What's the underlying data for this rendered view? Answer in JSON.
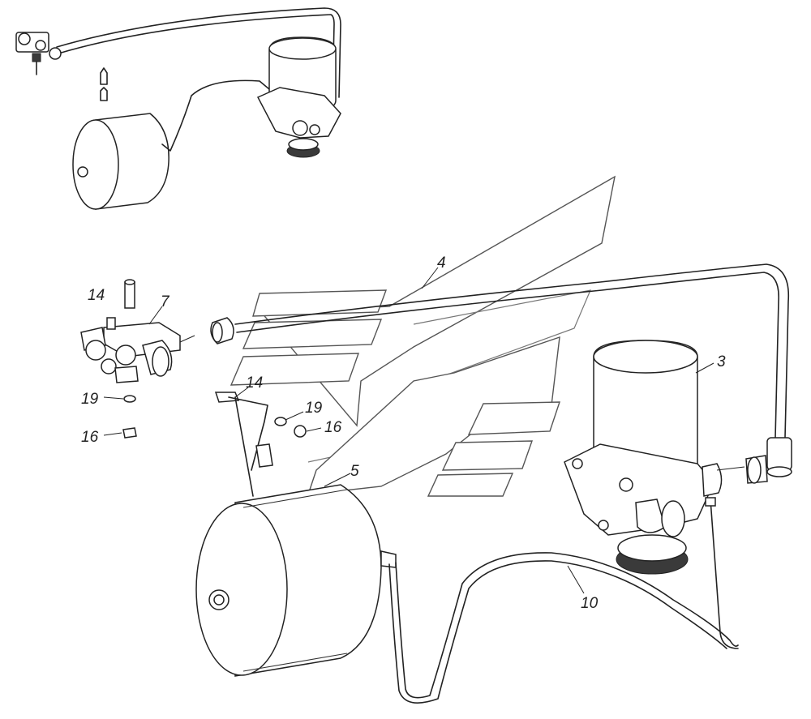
{
  "callouts": {
    "c4": "4",
    "c7": "7",
    "c14a": "14",
    "c14b": "14",
    "c19a": "19",
    "c19b": "19",
    "c16a": "16",
    "c16b": "16",
    "c5": "5",
    "c3": "3",
    "c10": "10"
  }
}
